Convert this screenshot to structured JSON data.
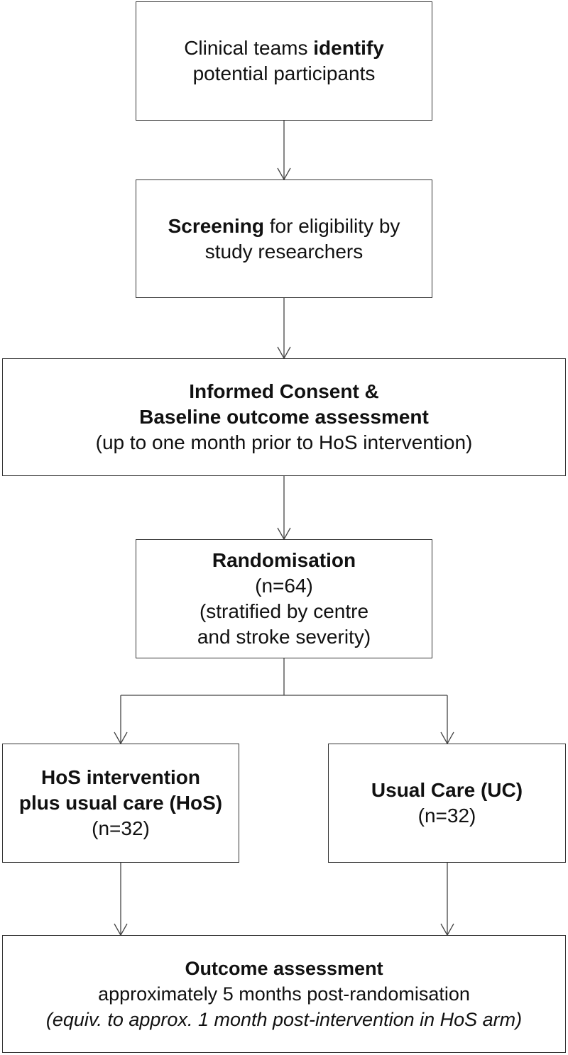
{
  "flowchart": {
    "identify": {
      "prefix": "Clinical teams ",
      "emphasis": "identify",
      "line2": "potential participants"
    },
    "screening": {
      "emphasis": "Screening",
      "suffix": " for eligibility by",
      "line2": "study researchers"
    },
    "consent": {
      "line1": "Informed Consent &",
      "line2": "Baseline outcome assessment",
      "line3": "(up to one month prior to HoS intervention)"
    },
    "randomisation": {
      "title": "Randomisation",
      "count": "(n=64)",
      "line3": "(stratified by centre",
      "line4": "and stroke severity)"
    },
    "hos_arm": {
      "line1": "HoS intervention",
      "line2": "plus usual care (HoS)",
      "count": "(n=32)"
    },
    "uc_arm": {
      "title": "Usual Care (UC)",
      "count": "(n=32)"
    },
    "outcome": {
      "title": "Outcome assessment",
      "line2": "approximately 5 months post-randomisation",
      "line3": "(equiv. to approx. 1 month post-intervention in HoS arm)"
    }
  },
  "colors": {
    "border": "#333333",
    "connector": "#444444",
    "text": "#111111",
    "background": "#ffffff"
  }
}
